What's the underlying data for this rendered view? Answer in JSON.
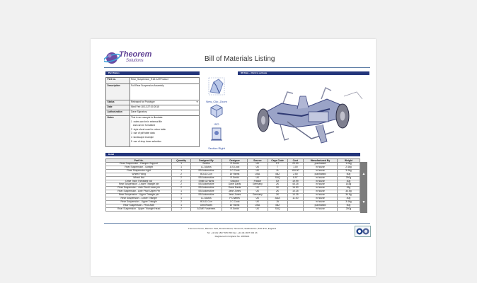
{
  "header": {
    "logo_word": "Theorem",
    "logo_sub": "Solutions",
    "title": "Bill of Materials Listing"
  },
  "part_status": {
    "heading": "Part Status",
    "rows": [
      {
        "key": "Part no.",
        "value": "Rear_Suspension_R18.CATProduct"
      },
      {
        "key": "Description",
        "value": "Full Rear Suspension Assembly"
      },
      {
        "key": "Status",
        "value": "Released for Prototype"
      },
      {
        "key": "Date",
        "value": "Wed Feb 18 12:27:30 2015"
      },
      {
        "key": "Authorization",
        "value": "Dave Signatory"
      },
      {
        "key": "Notes",
        "value": ""
      }
    ],
    "notes": [
      "This is an example to illustrate:",
      "1  notes can be in external file",
      "   and can be formatted",
      "2  style sheet used to colour table",
      "3  use of pdf table data",
      "4  landscape example",
      "5  use of drop down selection"
    ]
  },
  "views": {
    "items": [
      {
        "label": "New_Clip_Zoom",
        "icon": "clip-zoom-icon"
      },
      {
        "label": "ISO",
        "icon": "iso-view-icon"
      },
      {
        "label": "Section Right",
        "icon": "section-right-icon"
      }
    ]
  },
  "view3d": {
    "heading": "3D Data – Click to activate"
  },
  "detail": {
    "heading": "Detail",
    "columns": [
      "Part No.",
      "Quantity",
      "Designed By",
      "Designer",
      "Source",
      "Cage Code",
      "Cost",
      "Manufactured By",
      "Weight"
    ],
    "rows": [
      [
        "Rear Suspension - Damper Support",
        "1",
        "Smiths",
        "R.Smith",
        "UK",
        "ST",
        "20.00",
        "purchased",
        "1.0kg"
      ],
      [
        "Rear Suspension - Upright",
        "1",
        "A.J.Autos",
        "A.S.Lock",
        "UK",
        "T",
        "1.00",
        "in house",
        "2.4kg"
      ],
      [
        "Rear Suspension right",
        "1",
        "SB Automotive",
        "J.C.Cook",
        "UK",
        "IA",
        "118.00",
        "in house",
        "3.4kg"
      ],
      [
        "Wheel Fixing",
        "2",
        "BOLD-Con",
        "Dr Harris",
        "USA",
        "4NZ",
        "2.50",
        "purchased",
        "50g"
      ],
      [
        "Wheel Nut",
        "2",
        "SB Automotive",
        "R.Smith",
        "UK",
        "S6Q",
        "8.97",
        "in house",
        "250g"
      ],
      [
        "Drive Train Threaded rod",
        "2",
        "Smith & Harris",
        "Unkown",
        "France",
        "SX",
        "19.99",
        "in house",
        "30g"
      ],
      [
        "Rear Suspension - Lower Triangle pin",
        "2",
        "SB Automotive",
        "Dave Davis",
        "Germany",
        "2K",
        "45.25",
        "in house",
        "153g"
      ],
      [
        "Rear Suspension - Axle Pivot Lower pin",
        "2",
        "SB Automotive",
        "Dave Davis",
        "UK",
        "2K",
        "16.50",
        "in house",
        "45g"
      ],
      [
        "Rear Suspension - Axle Pivot Upper Pin",
        "1",
        "SB Automotive",
        "Jane Jones",
        "UK",
        "2K",
        "10.25",
        "in house",
        "34.5g"
      ],
      [
        "Rear Suspension - Upper Triangle pin",
        "2",
        "SB Automotive",
        "Jane Jones",
        "Germany",
        "2K",
        "10.25",
        "in house",
        "34.5g"
      ],
      [
        "Rear Suspension - Lower Triangle",
        "1",
        "A.J.Autos",
        "P.Charles",
        "UK",
        "AAA",
        "11.00",
        "in house",
        "40g"
      ],
      [
        "Rear Suspension - Upper Triangle",
        "2",
        "BOLD-Con",
        "J.C.Cook",
        "UK",
        "JA",
        "",
        "in house",
        "3.4kg"
      ],
      [
        "Rear Suspension - Pivot Axle",
        "1",
        "OmniFaxes",
        "Dr Harris",
        "USA",
        "4NZ",
        "",
        "purchased",
        "50g"
      ],
      [
        "Rear Suspension - Upper Triangle Head",
        "2",
        "ACME Fasteners",
        "R.Smith",
        "UK",
        "S6Q",
        "",
        "in house",
        "250g"
      ]
    ]
  },
  "footer": {
    "line1": "Theorem House, Marston Park, Borehill Road, Tamworth, Staffordshire, B78 3HU, England",
    "line2": "Tel: +44 (0) 1827 305 350  Fax: +44 (0) 1827 302 43",
    "line3": "Registered in England No. 2086114"
  },
  "colors": {
    "accent": "#23357b",
    "brand": "#5e3f93",
    "rule": "#5f7ea6"
  }
}
